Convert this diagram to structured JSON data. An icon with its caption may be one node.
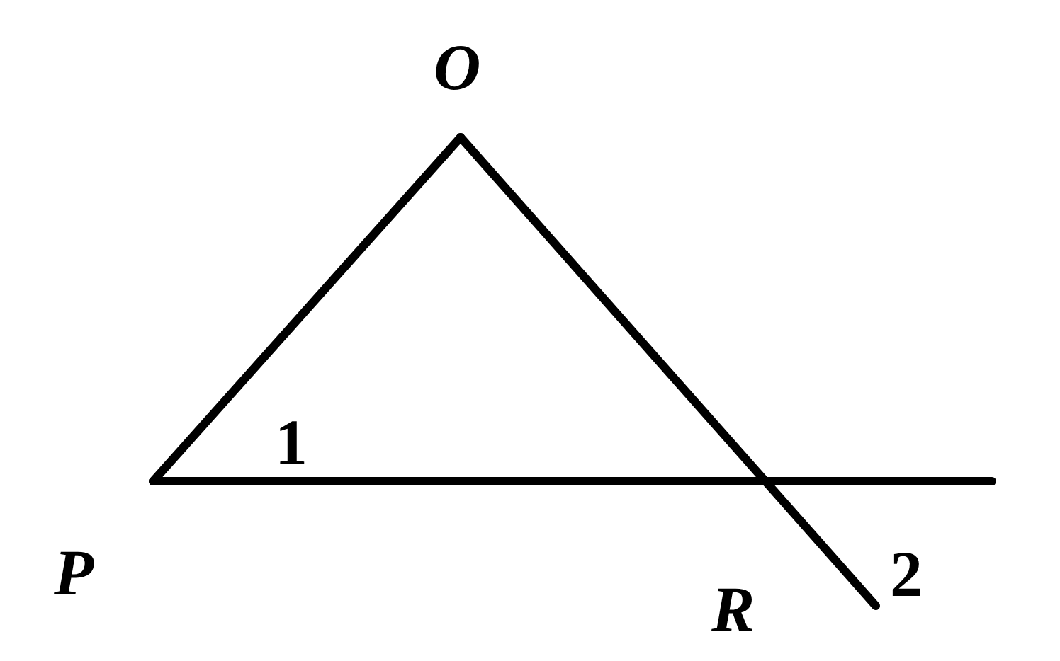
{
  "diagram": {
    "labels": [
      "O",
      "1",
      "P",
      "R",
      "2"
    ]
  }
}
